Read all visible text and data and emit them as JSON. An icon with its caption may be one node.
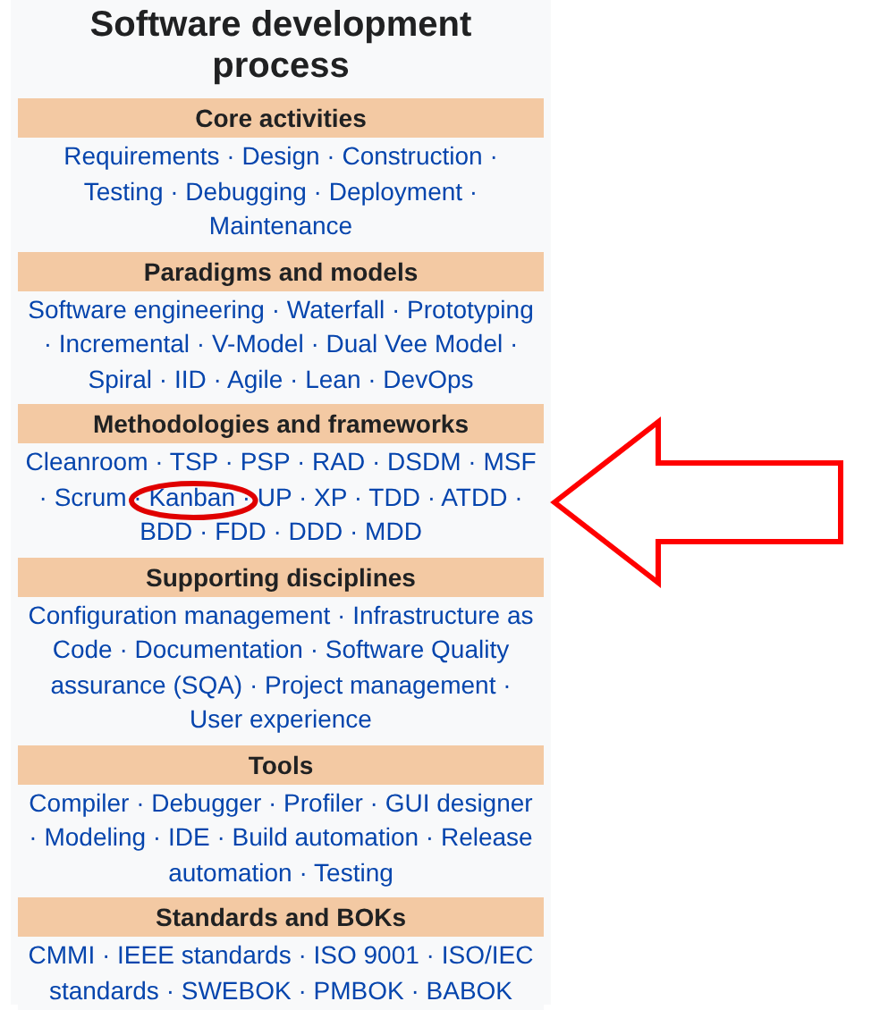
{
  "diagram": {
    "title": "Software development process",
    "nodes": [
      {
        "text": [
          "Core activities",
          "Requirements · Design · Construction · Testing · Debugging · Deployment · Maintenance"
        ]
      },
      {
        "text": [
          "Paradigms and models",
          "Software engineering · Waterfall · Prototyping · Incremental · V-Model · Dual Vee Model · Spiral · IID · Agile · Lean · DevOps"
        ]
      },
      {
        "text": [
          "Methodologies and frameworks",
          "Cleanroom · TSP · PSP · RAD · DSDM · MSF · Scrum · Kanban · UP · XP · TDD · ATDD · BDD · FDD · DDD · MDD"
        ]
      },
      {
        "text": [
          "Supporting disciplines",
          "Configuration management · Infrastructure as Code · Documentation · Software Quality assurance (SQA) · Project management · User experience"
        ]
      },
      {
        "text": [
          "Tools",
          "Compiler · Debugger · Profiler · GUI designer · Modeling · IDE · Build automation · Release automation · Testing"
        ]
      },
      {
        "text": [
          "Standards and BOKs",
          "CMMI · IEEE standards · ISO 9001 · ISO/IEC standards · SWEBOK · PMBOK · BABOK"
        ]
      },
      {
        "text": [],
        "shape": "ellipse",
        "in": 2
      }
    ],
    "edges": [
      {
        "from": null,
        "to": 2,
        "arrow": "to",
        "style": "thick",
        "color": "#ff0000"
      }
    ]
  }
}
